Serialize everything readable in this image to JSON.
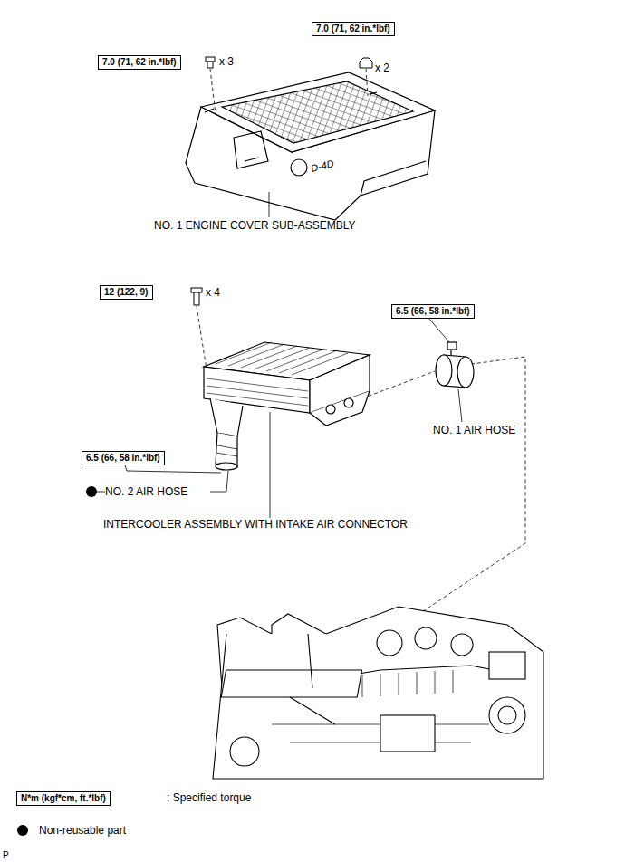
{
  "diagram": {
    "nodes": [
      {
        "text": [
          "7.0 (71, 62 in.*lbf)"
        ]
      },
      {
        "text": [
          "7.0 (71, 62 in.*lbf)"
        ]
      },
      {
        "text": [
          "12 (122, 9)"
        ]
      },
      {
        "text": [
          "6.5 (66, 58 in.*lbf)"
        ]
      },
      {
        "text": [
          "6.5 (66, 58 in.*lbf)"
        ]
      },
      {
        "text": [
          "N*m (kgf*cm, ft.*lbf)"
        ]
      }
    ],
    "labels": [
      "x 2",
      "x 3",
      "D-4D",
      "NO. 1 ENGINE COVER SUB-ASSEMBLY",
      "x 4",
      "NO. 1 AIR HOSE",
      "NO. 2 AIR HOSE",
      "INTERCOOLER ASSEMBLY WITH INTAKE AIR CONNECTOR",
      "P"
    ],
    "legend": [
      {
        "text": ": Specified torque"
      },
      {
        "text": "Non-reusable part"
      }
    ]
  }
}
